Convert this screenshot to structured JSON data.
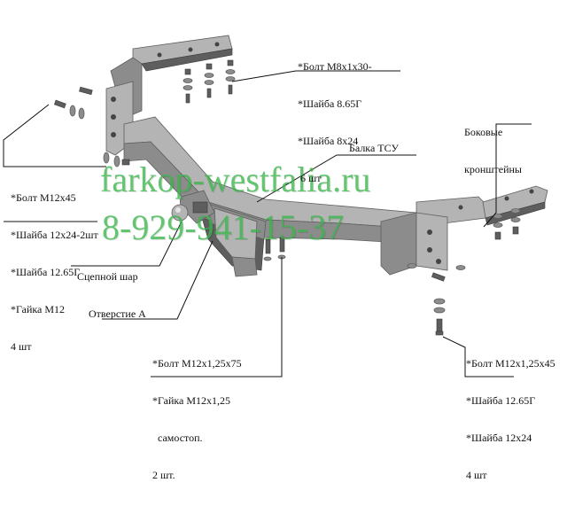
{
  "colors": {
    "metal_light": "#b4b4b4",
    "metal_mid": "#8c8c8c",
    "metal_dark": "#5e5e5e",
    "line": "#111111",
    "watermark": "#39b54a"
  },
  "watermark": {
    "site": "farkop-westfalia.ru",
    "phone": "8-929-941-15-37"
  },
  "callouts": {
    "top_bolts": [
      "*Болт М8х1х30-",
      "*Шайба 8.65Г",
      "*Шайба 8х24",
      " 6 шт"
    ],
    "left_bolts": [
      "*Болт М12х45",
      "*Шайба 12х24-2шт",
      "*Шайба 12.65Г",
      "*Гайка М12",
      "4 шт"
    ],
    "side_brackets": [
      "Боковые",
      "кронштейны"
    ],
    "beam": "Балка ТСУ",
    "ball": "Сцепной шар",
    "hole": "Отверстие А",
    "center_bolts": [
      "*Болт М12х1,25х75",
      "*Гайка М12х1,25",
      "  самостоп.",
      "2 шт."
    ],
    "right_bolts": [
      "*Болт М12х1,25х45",
      "*Шайба 12.65Г",
      "*Шайба 12х24",
      "4 шт"
    ]
  }
}
